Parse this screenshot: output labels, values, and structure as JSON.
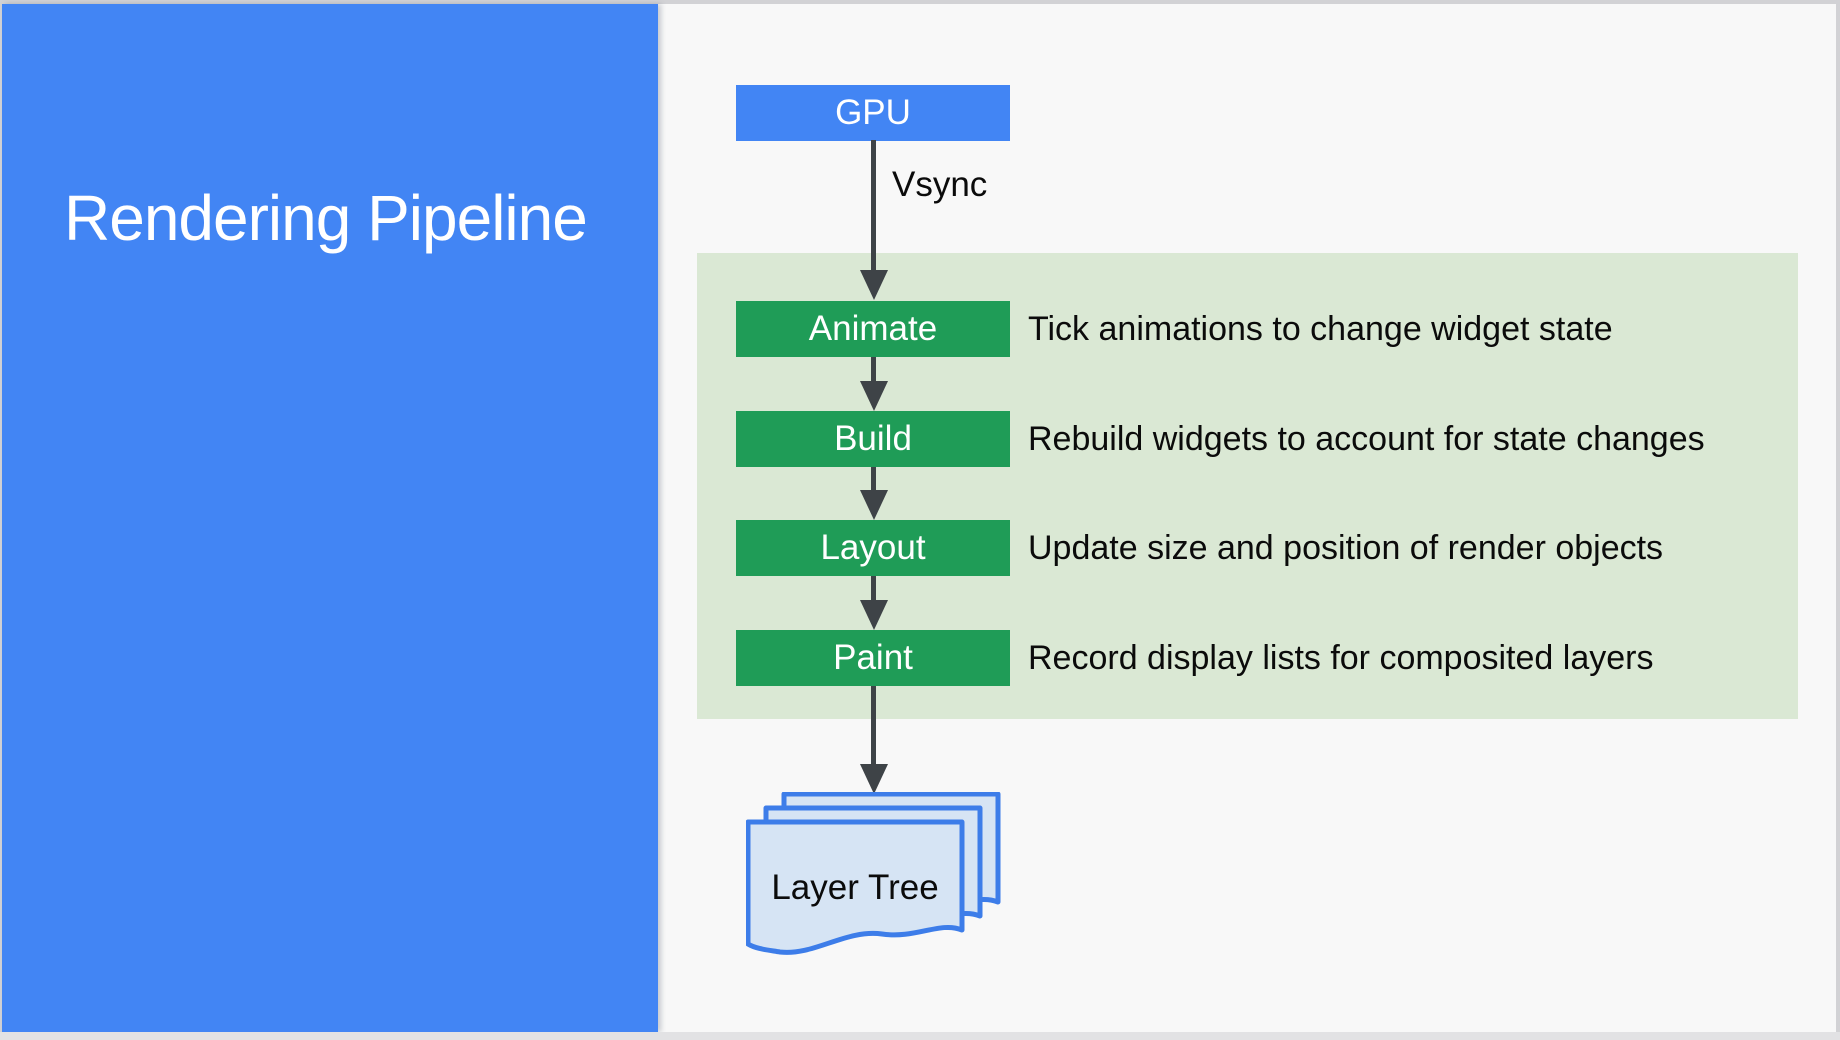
{
  "slide": {
    "title": "Rendering Pipeline"
  },
  "diagram": {
    "source_label": "GPU",
    "edge_label": "Vsync",
    "stages": [
      {
        "label": "Animate",
        "description": "Tick animations to change widget state"
      },
      {
        "label": "Build",
        "description": "Rebuild widgets to account for state changes"
      },
      {
        "label": "Layout",
        "description": "Update size and position of render objects"
      },
      {
        "label": "Paint",
        "description": "Record display lists for composited layers"
      }
    ],
    "output_label": "Layer Tree"
  },
  "colors": {
    "panel_blue": "#4285F4",
    "node_blue": "#4285F4",
    "stage_green": "#1F9C57",
    "phases_bg_green": "#DAE8D4",
    "page_fill_blue": "#D6E4F4",
    "page_border_blue": "#3D7DE9",
    "arrow_gray": "#3E4347",
    "canvas_bg": "#F8F8F8"
  }
}
